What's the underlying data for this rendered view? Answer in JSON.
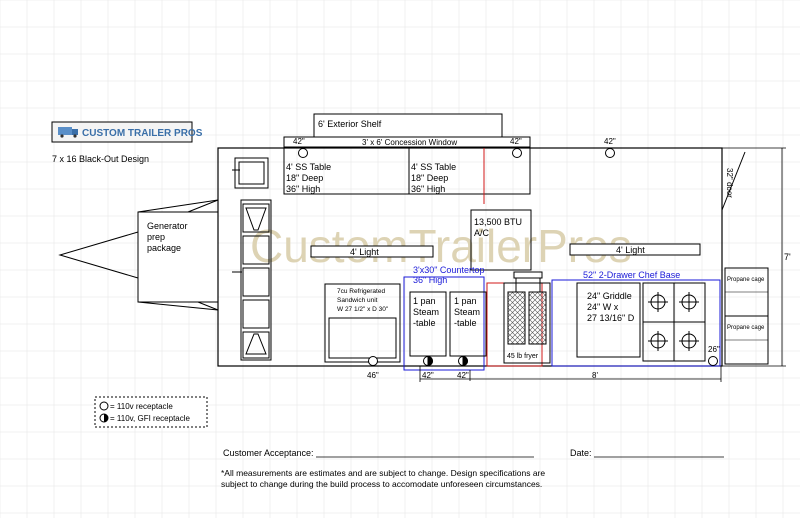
{
  "logo": {
    "text": "CUSTOM TRAILER PROS"
  },
  "design_title": "7 x 16 Black-Out Design",
  "watermark": "CustomTrailerPros",
  "generator": {
    "line1": "Generator",
    "line2": "prep",
    "line3": "package"
  },
  "exterior_shelf": "6' Exterior Shelf",
  "concession_window": "3' x 6' Concession Window",
  "height_marks": {
    "outlet1": "42\"",
    "outlet2": "42\"",
    "outlet3": "42\"",
    "floor1": "46\"",
    "floor2": "42\"",
    "floor3": "42\"",
    "right_small": "26\""
  },
  "ss_table_1": {
    "line1": "4' SS Table",
    "line2": "18\" Deep",
    "line3": "36\" High"
  },
  "ss_table_2": {
    "line1": "4' SS Table",
    "line2": "18\" Deep",
    "line3": "36\" High"
  },
  "ac": {
    "line1": "13,500 BTU",
    "line2": "A/C"
  },
  "light_1": "4' Light",
  "light_2": "4' Light",
  "door": "32\" door",
  "overall_height": "7'",
  "fridge": {
    "line1": "7cu Refrigerated",
    "line2": "Sandwich unit",
    "line3": "W 27 1/2\" x D 30\""
  },
  "countertop": {
    "line1": "3'x30\" Countertop",
    "line2": "36\" High"
  },
  "steam_1": {
    "line1": "1 pan",
    "line2": "Steam",
    "line3": "-table"
  },
  "steam_2": {
    "line1": "1 pan",
    "line2": "Steam",
    "line3": "-table"
  },
  "fryer": "45 lb fryer",
  "chef_base": "52\" 2-Drawer Chef Base",
  "griddle": {
    "line1": "24\" Griddle",
    "line2": "24\" W x",
    "line3": "27 13/16\" D"
  },
  "propane_1": "Propane cage",
  "propane_2": "Propane cage",
  "span_8": "8'",
  "legend": {
    "item1": "= 110v receptacle",
    "item2": "= 110v, GFI receptacle"
  },
  "acceptance": {
    "customer_label": "Customer Acceptance:",
    "date_label": "Date:"
  },
  "disclaimer": {
    "line1": "*All measurements are estimates and are subject to change. Design specifications are",
    "line2": "subject to change during the build process to accomodate unforeseen circumstances."
  },
  "colors": {
    "line": "#000000",
    "grid": "#e6e6e6",
    "blue": "#1a1ad8",
    "red": "#d01818",
    "watermark": "#ddd3b4",
    "logo_bg": "#f4f4f4"
  }
}
